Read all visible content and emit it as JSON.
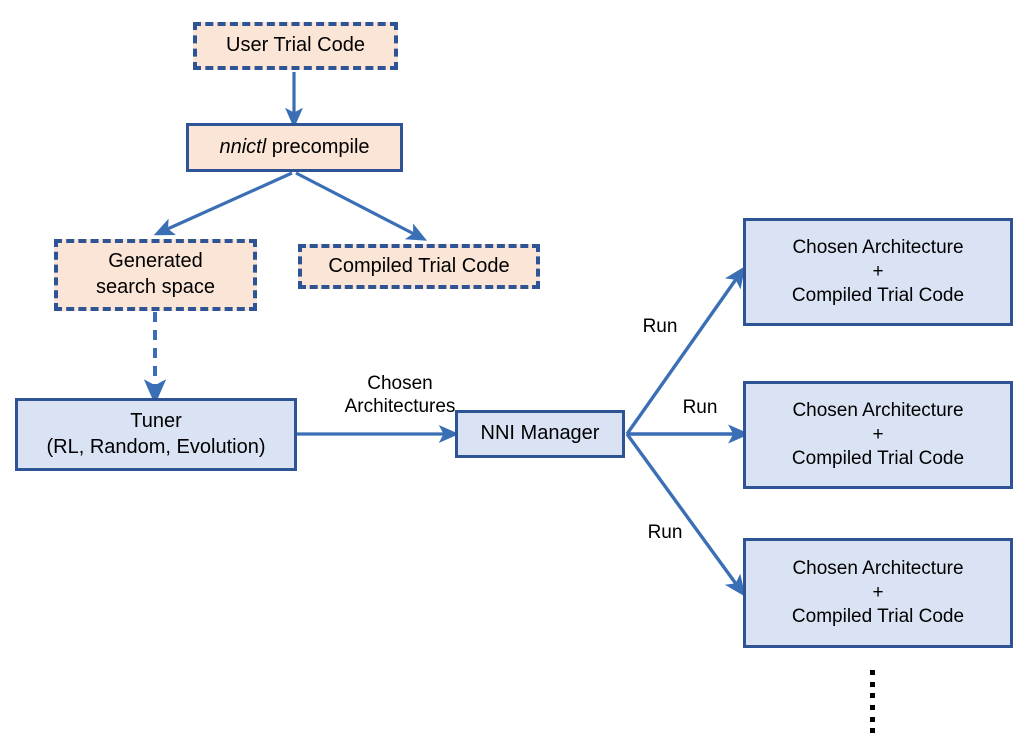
{
  "diagram": {
    "title": "NNI precompile / NAS workflow",
    "colors": {
      "peach_fill": "#FBE5D6",
      "blue_fill": "#DAE3F3",
      "border_blue": "#2E5496",
      "arrow_blue": "#3A6FB5",
      "text": "#000000",
      "background": "#FFFFFF"
    },
    "nodes": {
      "user_trial_code": {
        "label": "User Trial Code",
        "style": "dashed-peach"
      },
      "nnictl_precompile": {
        "label_italic": "nnictl",
        "label_rest": " precompile",
        "style": "solid-peach"
      },
      "generated_search_space": {
        "line1": "Generated",
        "line2": "search space",
        "style": "dashed-peach"
      },
      "compiled_trial_code": {
        "label": "Compiled Trial Code",
        "style": "dashed-peach"
      },
      "tuner": {
        "line1": "Tuner",
        "line2": "(RL, Random, Evolution)",
        "style": "solid-blue"
      },
      "nni_manager": {
        "label": "NNI Manager",
        "style": "solid-blue"
      },
      "trial_1": {
        "line1": "Chosen Architecture",
        "line2": "+",
        "line3": "Compiled Trial Code",
        "style": "solid-blue"
      },
      "trial_2": {
        "line1": "Chosen Architecture",
        "line2": "+",
        "line3": "Compiled Trial Code",
        "style": "solid-blue"
      },
      "trial_3": {
        "line1": "Chosen Architecture",
        "line2": "+",
        "line3": "Compiled Trial Code",
        "style": "solid-blue"
      }
    },
    "edge_labels": {
      "chosen_architectures": "Chosen\nArchitectures",
      "run_1": "Run",
      "run_2": "Run",
      "run_3": "Run"
    },
    "ellipsis": {
      "symbol": "vertical-ellipsis",
      "groups": 2,
      "dots_per_group": 3
    }
  }
}
